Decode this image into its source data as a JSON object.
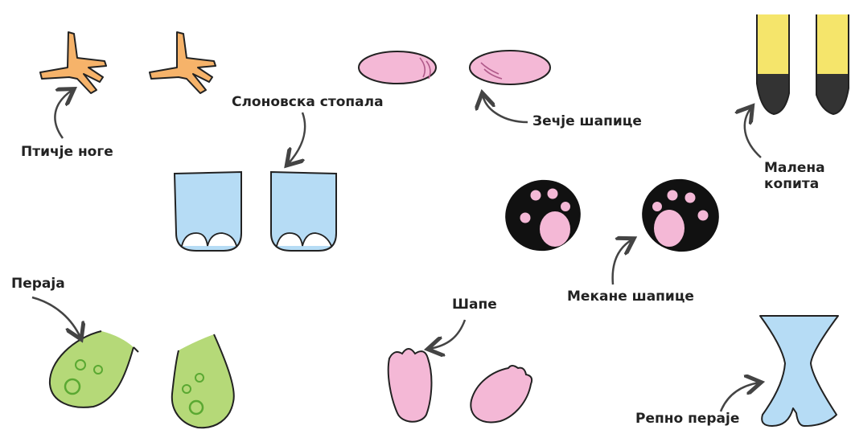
{
  "labels": {
    "bird_feet": "Птичје ноге",
    "elephant_feet": "Слоновска стопала",
    "bunny_paws": "Зечје шапице",
    "small_hooves": "Малена копита",
    "soft_paws": "Мекане шапице",
    "fins": "Пераја",
    "paws": "Шапе",
    "tail_fin": "Репно пераје"
  },
  "colors": {
    "bird": "#f6b36a",
    "bunny": "#f4b8d6",
    "hoof_top": "#f5e56b",
    "hoof_tip": "#333333",
    "elephant": "#b6dcf5",
    "soft_paw_outer": "#111111",
    "soft_paw_pad": "#f4b8d6",
    "fin": "#b5d978",
    "fin_dot": "#5aa832",
    "paw": "#f4b8d6",
    "tail": "#b6dcf5",
    "outline": "#222222"
  }
}
